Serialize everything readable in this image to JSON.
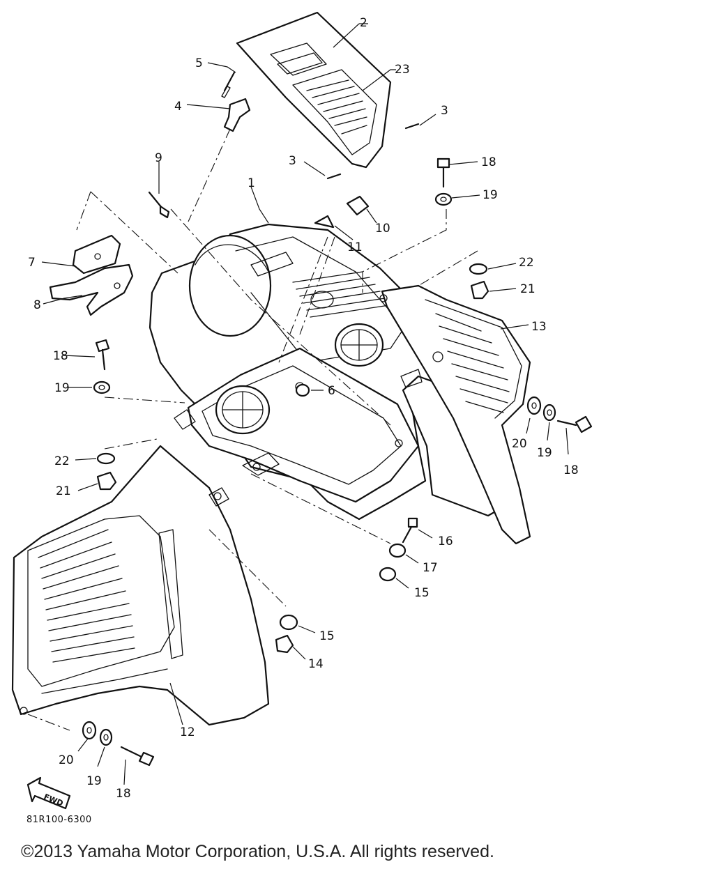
{
  "diagram_code": "81R100-6300",
  "fwd_label": "FWD",
  "copyright": "©2013 Yamaha Motor Corporation, U.S.A. All rights reserved.",
  "callouts": {
    "c2": "2",
    "c23": "23",
    "c5": "5",
    "c4": "4",
    "c3a": "3",
    "c3b": "3",
    "c9": "9",
    "c18a": "18",
    "c19a": "19",
    "c1": "1",
    "c10": "10",
    "c11": "11",
    "c7": "7",
    "c8": "8",
    "c22a": "22",
    "c21a": "21",
    "c13": "13",
    "c18b": "18",
    "c19b": "19",
    "c6": "6",
    "c20a": "20",
    "c19c": "19",
    "c18c": "18",
    "c22b": "22",
    "c21b": "21",
    "c16": "16",
    "c17": "17",
    "c15a": "15",
    "c15b": "15",
    "c14": "14",
    "c12": "12",
    "c20b": "20",
    "c19d": "19",
    "c18d": "18"
  }
}
